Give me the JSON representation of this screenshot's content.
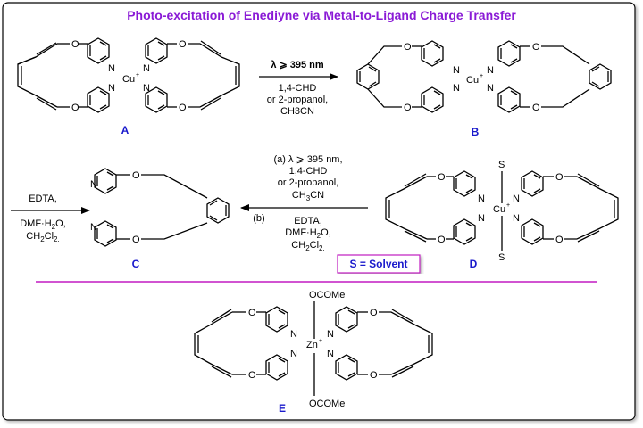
{
  "title": "Photo-excitation of Enediyne via Metal-to-Ligand Charge Transfer",
  "colors": {
    "title": "#8a1ad6",
    "frame": "#000000",
    "divider": "#c21ac2",
    "compound_label": "#1a1acc",
    "solvent_box": "#c21ac2"
  },
  "atoms": {
    "O": "O",
    "N": "N",
    "Cu": "Cu",
    "Zn": "Zn",
    "S": "S",
    "OCOMe": "OCOMe"
  },
  "compounds": {
    "A": "A",
    "B": "B",
    "C": "C",
    "D": "D",
    "E": "E"
  },
  "arrow_AB": {
    "line1": "λ ⩾ 395 nm",
    "line2": "1,4-CHD",
    "line3": "or 2-propanol,",
    "line4": "CH3CN"
  },
  "arrow_DC": {
    "a_line1": "(a) λ ⩾ 395 nm,",
    "a_line2": "1,4-CHD",
    "a_line3": "or 2-propanol,",
    "a_line4": "CH",
    "a_line4_sub": "3",
    "a_line4_end": "CN",
    "b_label": "(b)",
    "b_line1": "EDTA,",
    "b_line2": "DMF·H",
    "b_line2_sub": "2",
    "b_line2_end": "O,",
    "b_line3": "CH",
    "b_line3_sub": "2",
    "b_line3_mid": "Cl",
    "b_line3_sub2": "2.",
    "b_line3_end": ""
  },
  "arrow_left": {
    "line1": "EDTA,",
    "line2": "DMF·H",
    "line2_sub": "2",
    "line2_end": "O,",
    "line3": "CH",
    "line3_sub": "2",
    "line3_mid": "Cl",
    "line3_sub2": "2.",
    "line3_end": ""
  },
  "solvent_note": "S = Solvent"
}
